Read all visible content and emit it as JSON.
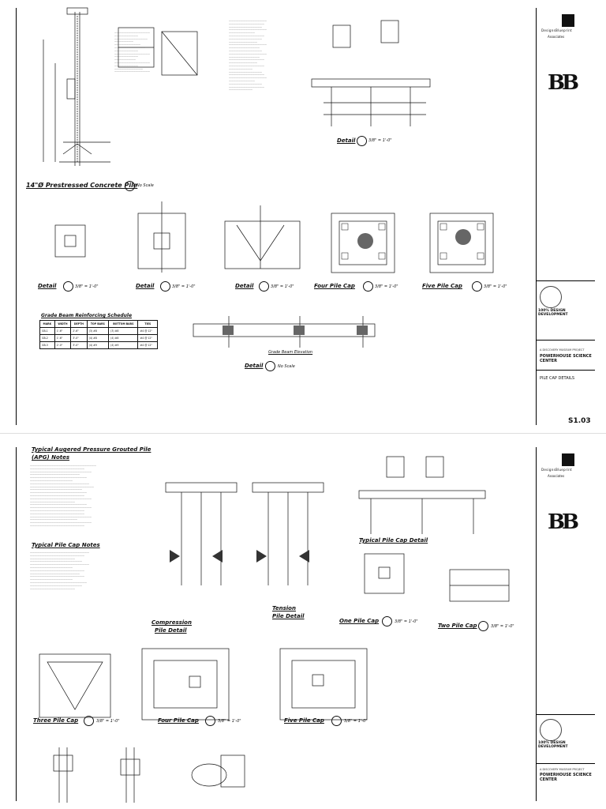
{
  "titleblock": {
    "firm_name": "DesignsBlueprint",
    "firm_sub": "Associates",
    "logo_text": "BB",
    "status": "100% DESIGN DEVELOPMENT",
    "project_line": "A DISCOVERY MUSEUM PROJECT",
    "project_name_1": "POWERHOUSE SCIENCE",
    "project_name_2": "CENTER",
    "sheet_title": "PILE CAP DETAILS",
    "sheet_number": "S1.03"
  },
  "top_sheet": {
    "pile_title": "14\"Ø Prestressed Concrete Pile",
    "pile_scale": "No Scale",
    "detail_top_title": "Detail",
    "detail_top_scale": "3/8\" = 1'-0\"",
    "row_labels": [
      {
        "title": "Detail",
        "scale": "3/8\" = 1'-0\""
      },
      {
        "title": "Detail",
        "scale": "3/8\" = 1'-0\""
      },
      {
        "title": "Detail",
        "scale": "3/8\" = 1'-0\""
      },
      {
        "title": "Four Pile Cap",
        "scale": "3/8\" = 1'-0\""
      },
      {
        "title": "Five Pile Cap",
        "scale": "3/8\" = 1'-0\""
      }
    ],
    "schedule_title": "Grade Beam Reinforcing Schedule",
    "schedule_headers": [
      "MARK",
      "WIDTH",
      "DEPTH",
      "TOP BARS",
      "BOTTOM BARS",
      "TIES"
    ],
    "schedule_rows": [
      [
        "GB-1",
        "1'-6\"",
        "2'-6\"",
        "(3) #8",
        "(3) #8",
        "#4 @ 12\""
      ],
      [
        "GB-2",
        "1'-6\"",
        "3'-0\"",
        "(4) #8",
        "(4) #8",
        "#4 @ 12\""
      ],
      [
        "GB-3",
        "2'-0\"",
        "3'-0\"",
        "(4) #9",
        "(4) #9",
        "#4 @ 12\""
      ]
    ],
    "elevation_title": "Grade Beam Elevation",
    "detail_bottom_title": "Detail",
    "detail_bottom_scale": "No Scale"
  },
  "bottom_sheet": {
    "notes_title_1": "Typical Augered Pressure Grouted Pile",
    "notes_title_1b": "(APG) Notes",
    "notes_title_2": "Typical Pile Cap Notes",
    "compression_title_1": "Compression",
    "compression_title_2": "Pile Detail",
    "tension_title_1": "Tension",
    "tension_title_2": "Pile Detail",
    "typical_cap_title": "Typical Pile Cap Detail",
    "row2_labels": [
      {
        "title": "One Pile Cap",
        "scale": "3/8\" = 1'-0\""
      },
      {
        "title": "Two Pile Cap",
        "scale": "3/8\" = 1'-0\""
      }
    ],
    "row3_labels": [
      {
        "title": "Three Pile Cap",
        "scale": "3/8\" = 1'-0\""
      },
      {
        "title": "Four Pile Cap",
        "scale": "3/8\" = 1'-0\""
      },
      {
        "title": "Five Pile Cap",
        "scale": "3/8\" = 1'-0\""
      }
    ]
  }
}
